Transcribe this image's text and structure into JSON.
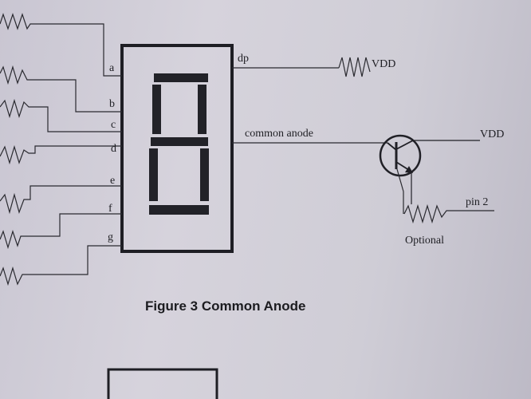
{
  "pins": {
    "a": "a",
    "b": "b",
    "c": "c",
    "d": "d",
    "e": "e",
    "f": "f",
    "g": "g",
    "dp": "dp",
    "common_anode": "common anode"
  },
  "power": {
    "vdd_top": "VDD",
    "vdd_right": "VDD"
  },
  "pin2": "pin 2",
  "optional": "Optional",
  "caption": "Figure 3 Common Anode"
}
